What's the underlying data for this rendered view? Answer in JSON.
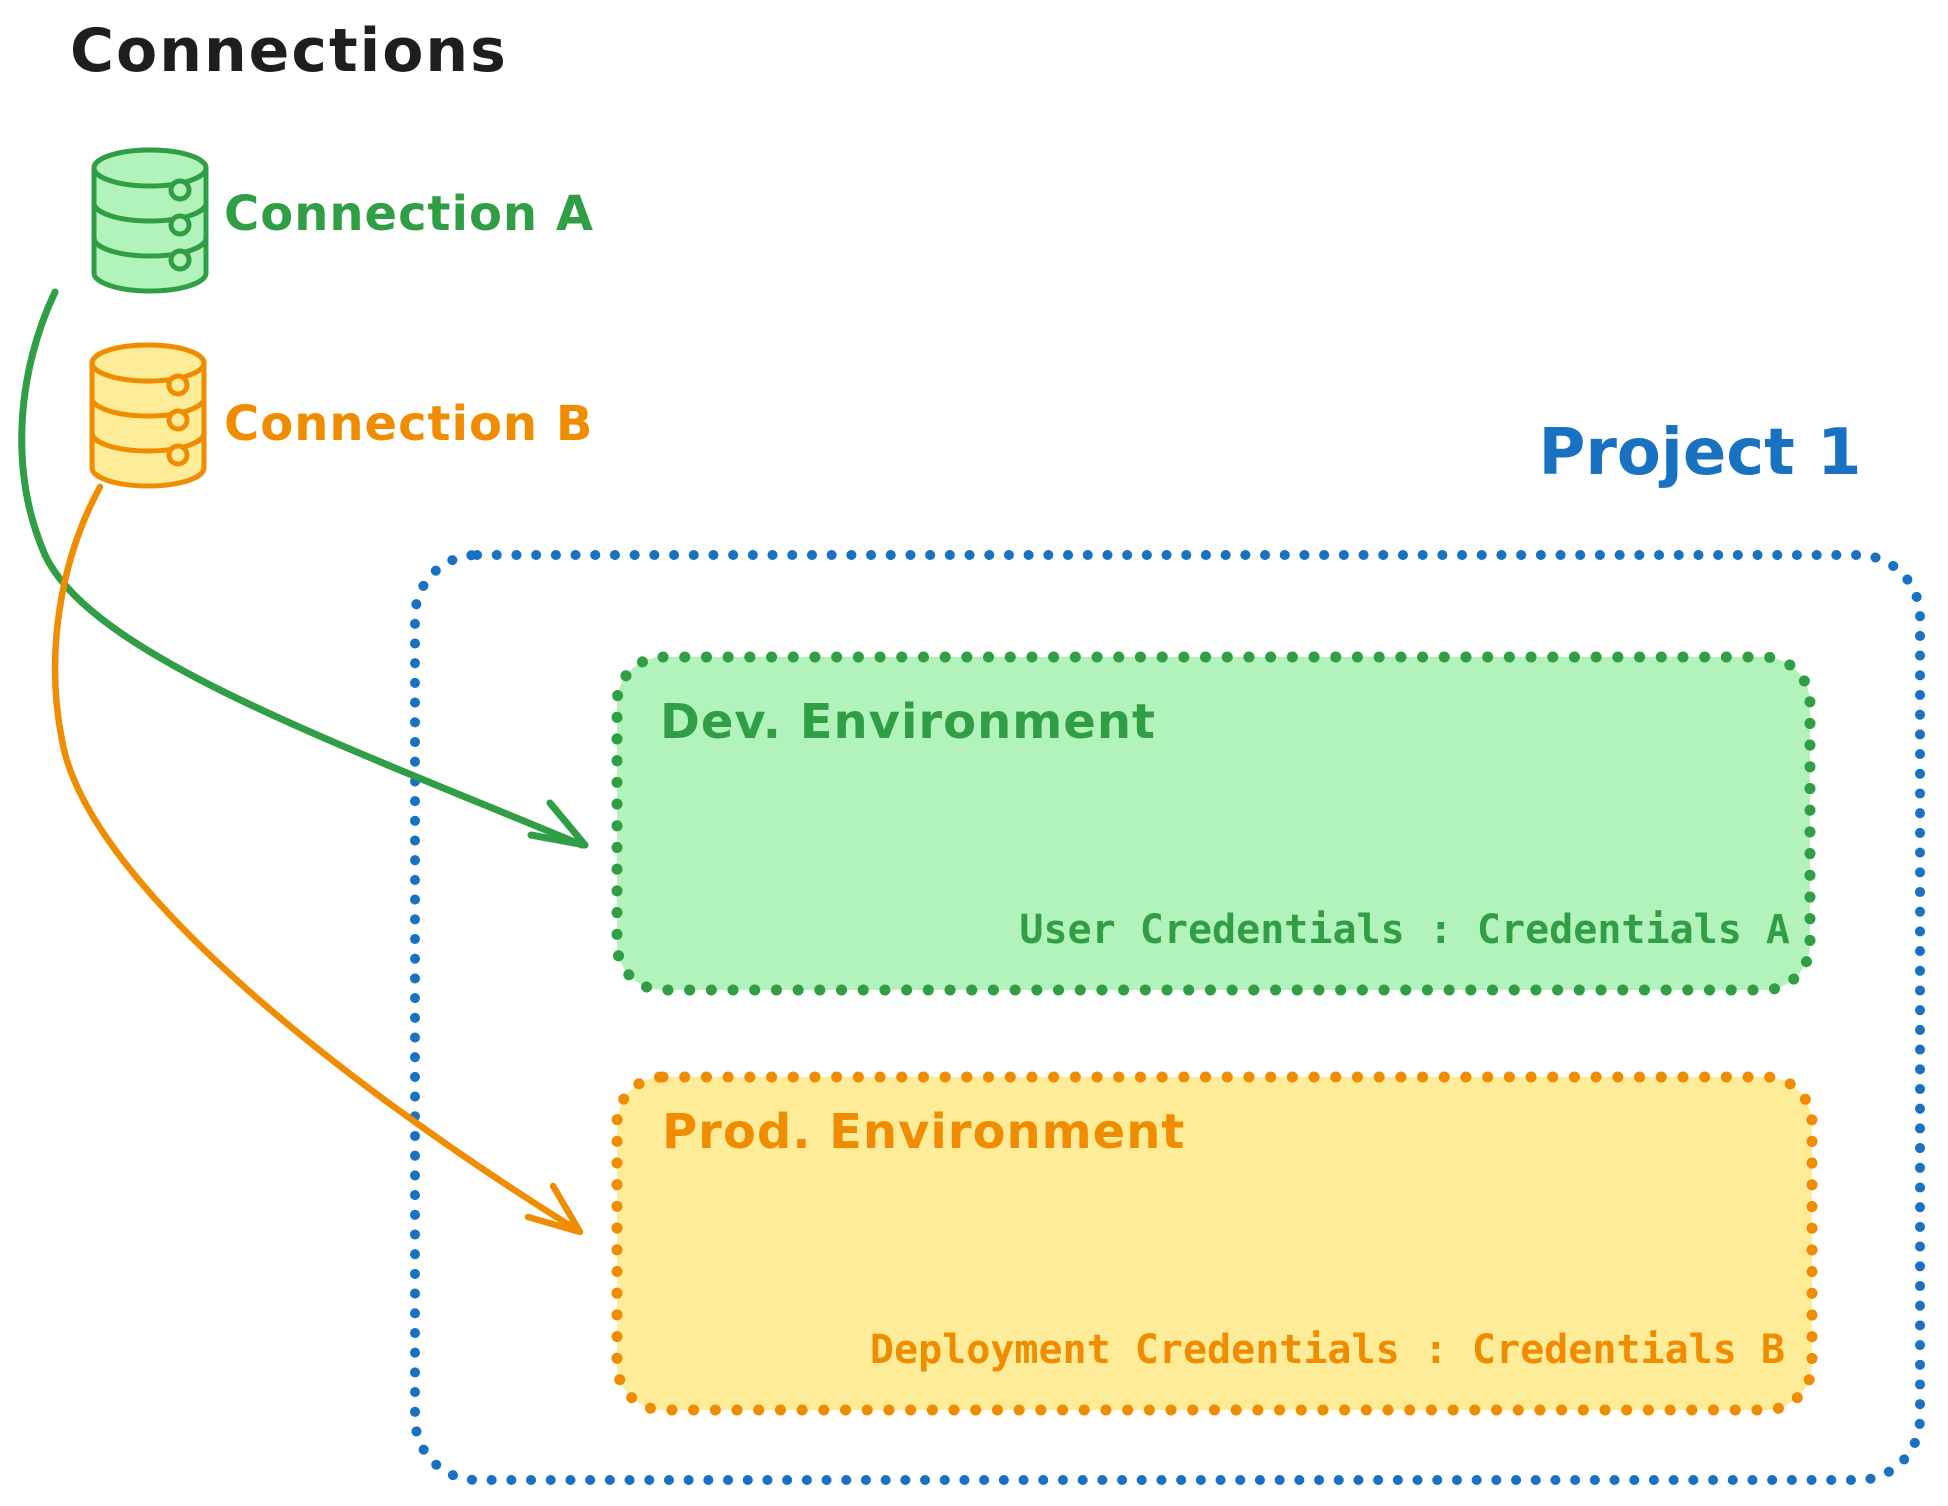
{
  "colors": {
    "ink": "#1e1e1e",
    "blue": "#1971c2",
    "green": "#2f9e44",
    "green_fill": "#b2f2bb",
    "orange": "#f08c00",
    "orange_fill": "#ffec99"
  },
  "title": "Connections",
  "connections": [
    {
      "label": "Connection A",
      "icon": "database-icon",
      "color": "#2f9e44"
    },
    {
      "label": "Connection B",
      "icon": "database-icon",
      "color": "#f08c00"
    }
  ],
  "project": {
    "label": "Project 1",
    "environments": [
      {
        "name": "Dev. Environment",
        "credentials_label": "User Credentials : Credentials A",
        "color": "#2f9e44"
      },
      {
        "name": "Prod. Environment",
        "credentials_label": "Deployment Credentials : Credentials B",
        "color": "#f08c00"
      }
    ]
  }
}
